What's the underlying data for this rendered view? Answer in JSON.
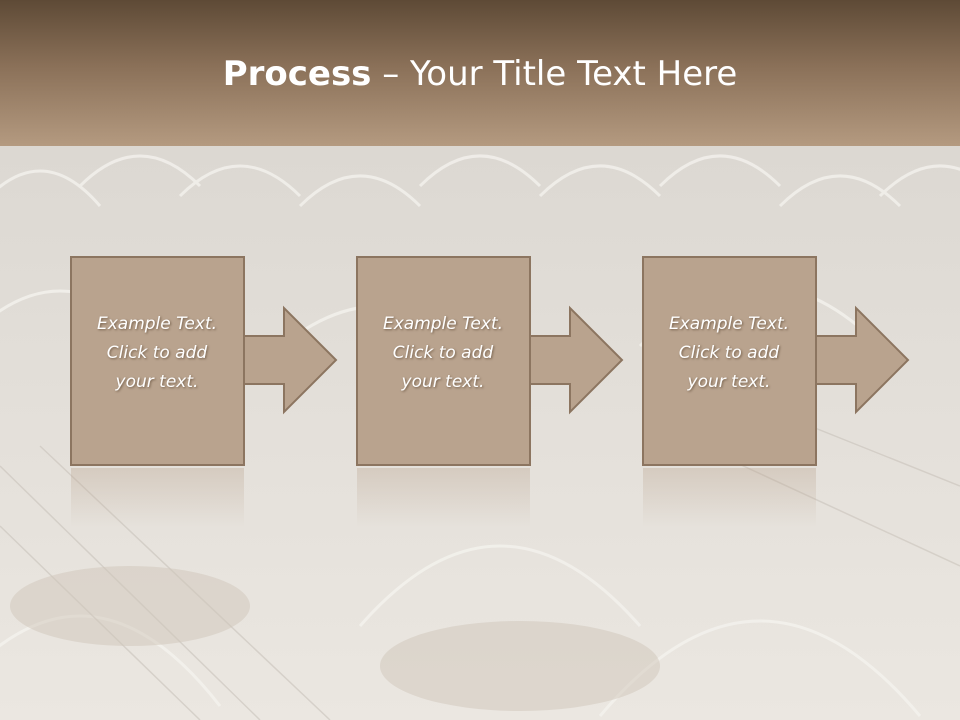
{
  "title": {
    "bold": "Process",
    "rest": " – Your Title Text Here"
  },
  "steps": [
    {
      "text": "Example Text.\nClick  to add\nyour text."
    },
    {
      "text": "Example Text.\nClick  to add\nyour text."
    },
    {
      "text": "Example Text.\nClick  to add\nyour text."
    }
  ],
  "colors": {
    "title_bar_top": "#5e4a36",
    "title_bar_bottom": "#b49a80",
    "box_fill": "#b9a38e",
    "box_border": "#8c7560",
    "text": "#ffffff"
  }
}
